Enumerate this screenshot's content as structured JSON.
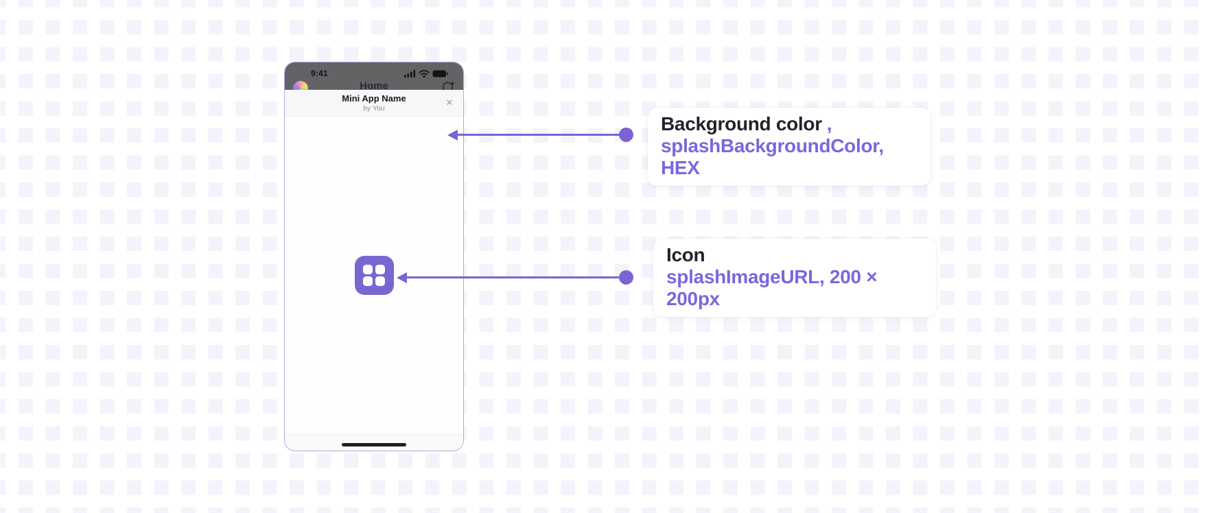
{
  "colors": {
    "accent_purple_text": "#7C66DC",
    "arrow_purple": "#7B63D2",
    "app_icon_purple": "#7867D1",
    "splash_background": "#FFFFFF",
    "dim_overlay_gray": "#636366",
    "pattern_square": "#F4F3FB"
  },
  "phone": {
    "status_bar": {
      "time": "9:41",
      "signal_icon": "signal-bars-icon",
      "wifi_icon": "wifi-icon",
      "battery_icon": "battery-icon"
    },
    "home_screen": {
      "title": "Home",
      "avatar_icon": "app-avatar",
      "profile_icon": "person-add-icon"
    },
    "sheet": {
      "app_name": "Mini App Name",
      "byline": "by You",
      "close_icon": "✕"
    },
    "splash_icon": "app-grid-icon"
  },
  "callouts": [
    {
      "title": "Background color",
      "title_suffix": ",",
      "subtitle": "splashBackgroundColor, HEX"
    },
    {
      "title": "Icon",
      "title_suffix": "",
      "subtitle": "splashImageURL, 200 × 200px"
    }
  ]
}
